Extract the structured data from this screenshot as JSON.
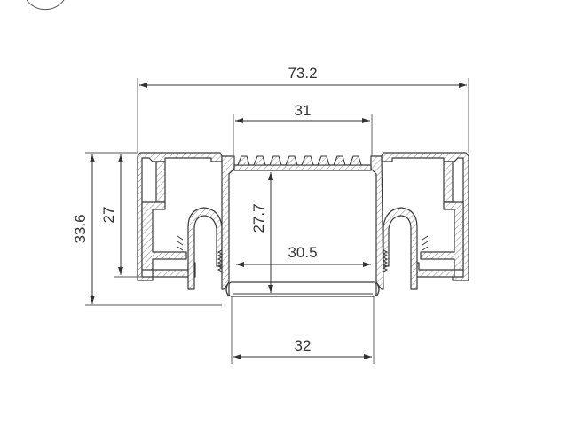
{
  "diagram": {
    "dimensions": {
      "overall_width": "73.2",
      "channel_top_width": "31",
      "inner_width": "30.5",
      "bottom_width": "32",
      "overall_height": "33.6",
      "flange_height": "27",
      "channel_depth": "27.7"
    },
    "colors": {
      "line": "#333333",
      "fill": "#ffffff"
    }
  }
}
